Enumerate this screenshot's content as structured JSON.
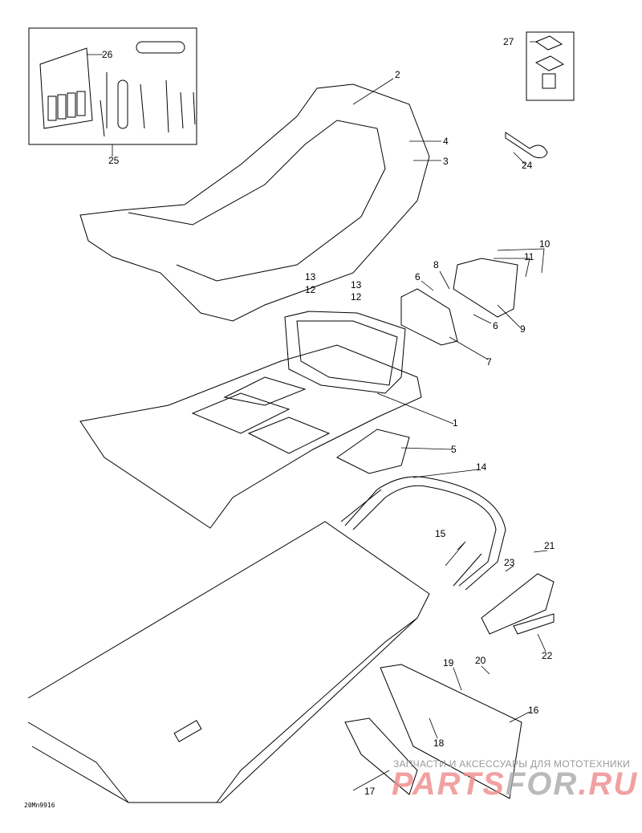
{
  "diagram": {
    "code": "20Mn9916",
    "callouts": [
      "26",
      "25",
      "2",
      "4",
      "3",
      "27",
      "24",
      "10",
      "11",
      "8",
      "6",
      "13",
      "12",
      "13",
      "12",
      "6",
      "9",
      "7",
      "1",
      "5",
      "14",
      "15",
      "21",
      "23",
      "22",
      "19",
      "20",
      "16",
      "18",
      "17"
    ]
  },
  "watermark": {
    "line1": "ЗАПЧАСТИ И АКСЕССУАРЫ ДЛЯ МОТОТЕХНИКИ",
    "brand_a": "PARTS",
    "brand_b": "FOR",
    "brand_c": ".RU"
  }
}
